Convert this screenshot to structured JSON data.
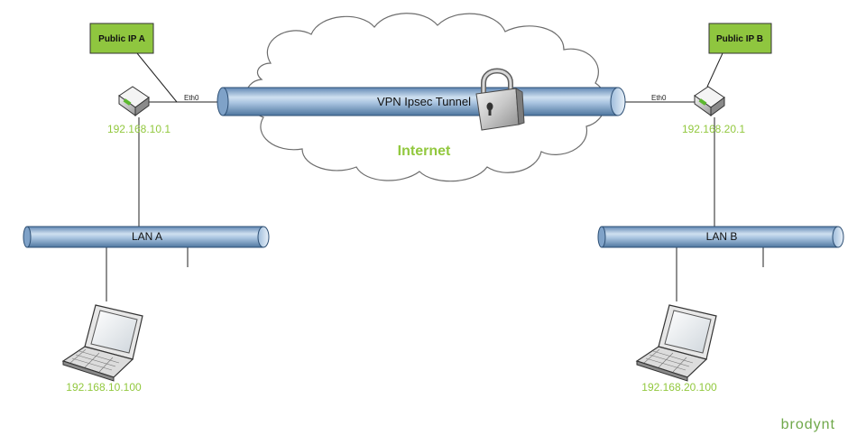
{
  "cloud": {
    "label": "Internet"
  },
  "tunnel": {
    "label": "VPN Ipsec Tunnel"
  },
  "site_a": {
    "public_ip_label": "Public IP A",
    "interface": "Eth0",
    "router_ip": "192.168.10.1",
    "lan_label": "LAN A",
    "host_ip": "192.168.10.100"
  },
  "site_b": {
    "public_ip_label": "Public IP B",
    "interface": "Eth0",
    "router_ip": "192.168.20.1",
    "lan_label": "LAN B",
    "host_ip": "192.168.20.100"
  },
  "brand": {
    "name": "brodynt"
  },
  "colors": {
    "accent_green": "#92c83e",
    "box_green": "#8fc63f",
    "pipe_blue": "#8fb3d6",
    "cloud_fill": "#ffffff",
    "cloud_stroke": "#6d6d6d"
  }
}
